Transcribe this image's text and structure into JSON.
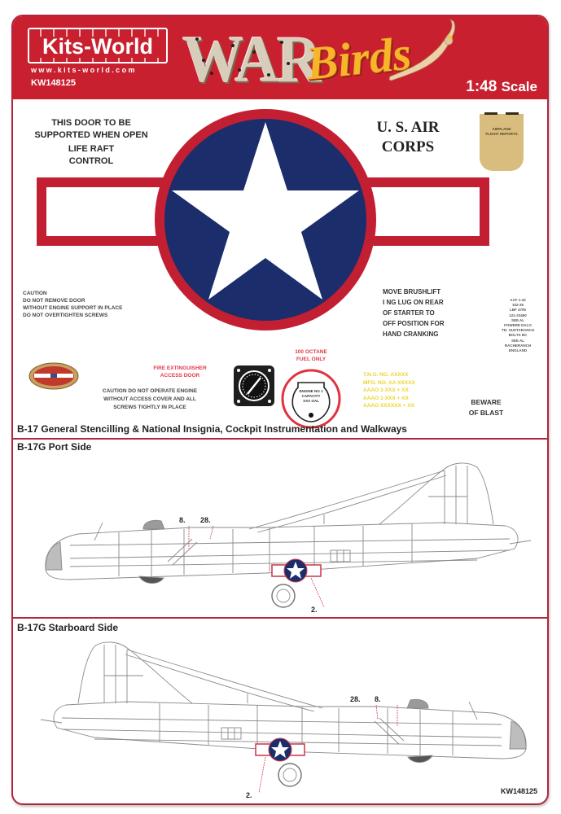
{
  "header": {
    "brand": "Kits-World",
    "url": "www.kits-world.com",
    "product_code": "KW148125",
    "series_word1": "WAR",
    "series_word2": "Birds",
    "scale_number": "1:48",
    "scale_label": "Scale",
    "colors": {
      "band": "#c8202f",
      "border": "#b3253b",
      "birds": "#f7b52a"
    }
  },
  "sheet": {
    "stencils": {
      "door_supported": [
        "THIS DOOR TO BE",
        "SUPPORTED WHEN OPEN"
      ],
      "life_raft": [
        "LIFE RAFT",
        "CONTROL"
      ],
      "us_air_corps": [
        "U. S. AIR",
        "CORPS"
      ],
      "data_plate": [
        "AIRPLANE",
        "FLIGHT REPORTS"
      ],
      "caution_door": [
        "CAUTION",
        "DO NOT REMOVE DOOR",
        "WITHOUT ENGINE SUPPORT IN PLACE",
        "DO NOT OVERTIGHTEN SCREWS"
      ],
      "brushlift": [
        "MOVE BRUSHLIFT",
        "I NG LUG ON REAR",
        "OF STARTER TO",
        "OFF POSITION FOR",
        "HAND CRANKING"
      ],
      "serial_block": [
        "AAF 1-42",
        "102-35",
        "LBF 4790",
        "121-23460",
        "SEE AL",
        "FOWERE DALO",
        "TD: SUSTARANCH",
        "BOLTS BC",
        "SEE AL",
        "RACHERANCH",
        "ENGLAND"
      ],
      "fire_extinguisher": [
        "FIRE EXTINGUISHER",
        "ACCESS DOOR"
      ],
      "caution_engine": [
        "CAUTION DO NOT OPERATE ENGINE",
        "WITHOUT ACCESS COVER AND ALL",
        "SCREWS TIGHTLY IN PLACE"
      ],
      "octane": [
        "100 OCTANE",
        "FUEL ONLY"
      ],
      "fuel_cap": [
        "ENGINE NO 1",
        "CAPACITY",
        "XXX GAL"
      ],
      "yellow_block": [
        "T.N.O. NO. AXXXX",
        "MFG. NO. AA XXXXX",
        "AAAO 1-XXX + XX",
        "AAAO 1-XXX + XX",
        "AAAO XXXXXX + XX"
      ],
      "beware": [
        "BEWARE",
        "OF BLAST"
      ]
    },
    "insignia": {
      "blue": "#1b2d6b",
      "red": "#c31f33",
      "white": "#ffffff"
    },
    "section1_title": "B-17 General Stencilling & National Insignia, Cockpit Instrumentation and Walkways",
    "section2_title": "B-17G Port Side",
    "section3_title": "B-17G Starboard Side",
    "port_callouts": [
      "8.",
      "28.",
      "2."
    ],
    "starboard_callouts": [
      "28.",
      "8.",
      "2."
    ],
    "footer_code": "KW148125"
  }
}
